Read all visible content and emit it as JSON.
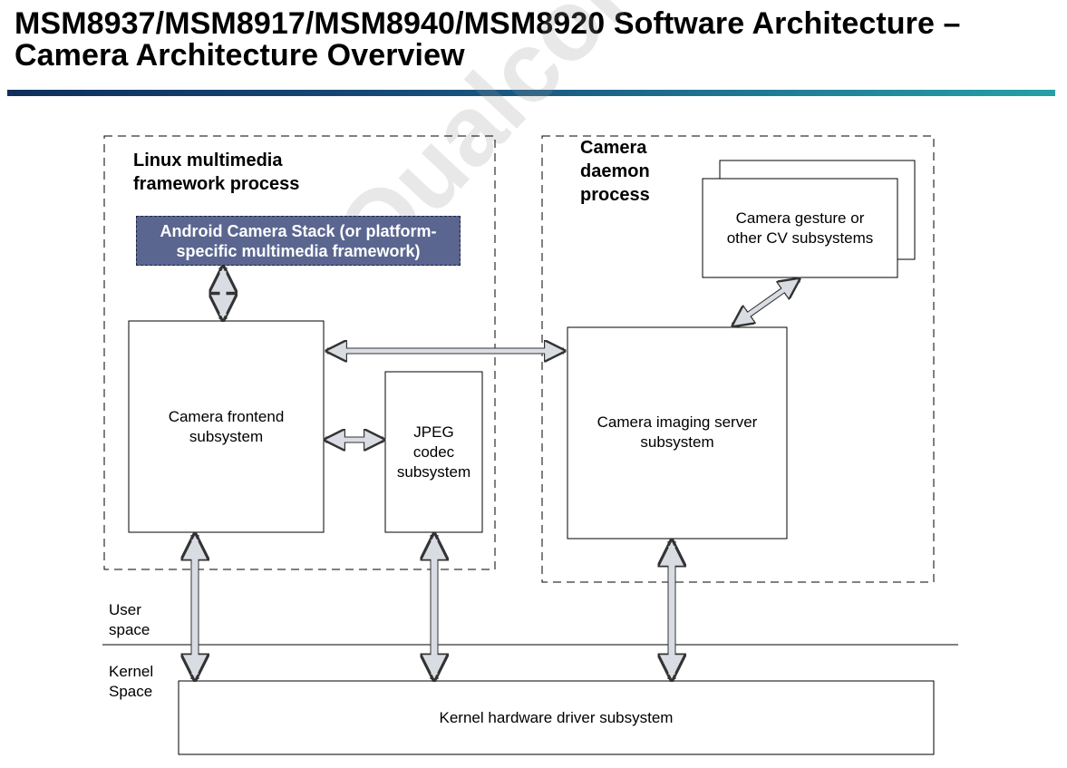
{
  "slide": {
    "title_line1": "MSM8937/MSM8917/MSM8940/MSM8920 Software Architecture –",
    "title_line2": "Camera Architecture Overview",
    "rule_colors": [
      "#0f2f5c",
      "#25a0a5"
    ]
  },
  "diagram": {
    "linux_process_label": "Linux multimedia\nframework process",
    "daemon_process_label": "Camera\ndaemon\nprocess",
    "android_stack": "Android Camera Stack (or platform-\nspecific multimedia framework)",
    "android_stack_color": "#5a6690",
    "frontend": "Camera frontend\nsubsystem",
    "jpeg": "JPEG\ncodec\nsubsystem",
    "imaging_server": "Camera imaging server\nsubsystem",
    "gesture": "Camera gesture or\nother CV subsystems",
    "user_space": "User\nspace",
    "kernel_space": "Kernel\nSpace",
    "kernel_driver": "Kernel hardware driver subsystem",
    "arrow_fill": "#d9dde3"
  },
  "watermark": {
    "text": "Qualcomm"
  }
}
